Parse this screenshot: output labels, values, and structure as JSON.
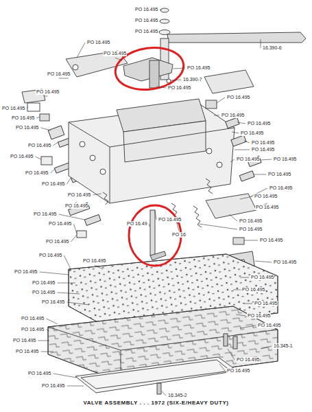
{
  "diagram": {
    "caption": "VALVE ASSEMBLY . . . 1972 (SIX-E/HEAVY DUTY)",
    "labels": [
      "PO 16.495",
      "PO 16.495",
      "PO 16.495",
      "16.390-6",
      "PO 16.495",
      "PO 16.495",
      "PO 16.495",
      "16.390-7",
      "PO 16.495",
      "PO 16.495",
      "PO 16.495",
      "PO 16.495",
      "PO 16.495",
      "PO 16.495",
      "PO 16.495",
      "PO 16.495",
      "PO 16.495",
      "PO 16.495",
      "PO 16.495",
      "PO 16.495",
      "PO 16.495",
      "PO 16.495",
      "PO 16.495",
      "PO 16.495",
      "PO 16.49",
      "PO 16.495",
      "PO 16",
      "PO 16.495",
      "PO 16.495",
      "PO 16.495",
      "PO 16.495",
      "PO 16.495",
      "PO 16.495",
      "PO 16.495",
      "PO 16.495",
      "PO 16.495",
      "PO 16.495",
      "PO 16.495",
      "PO 16.495",
      "PO 16.495",
      "PO 16.495",
      "PO 16.495",
      "PO 16.495",
      "PO 16.495",
      "PO 16.495",
      "PO 16.495",
      "PO 16.495",
      "PO 16.495",
      "PO 16.495",
      "PO 16.495",
      "PO 16.495",
      "PO 16.495",
      "PO 16.495",
      "PO 16.495",
      "PO 16.495",
      "PO 16.495",
      "PO 16.495",
      "PO 16.495",
      "16.345-1",
      "PO 16.495",
      "PO 16.495",
      "16.345-2",
      "PO 16.495"
    ]
  }
}
